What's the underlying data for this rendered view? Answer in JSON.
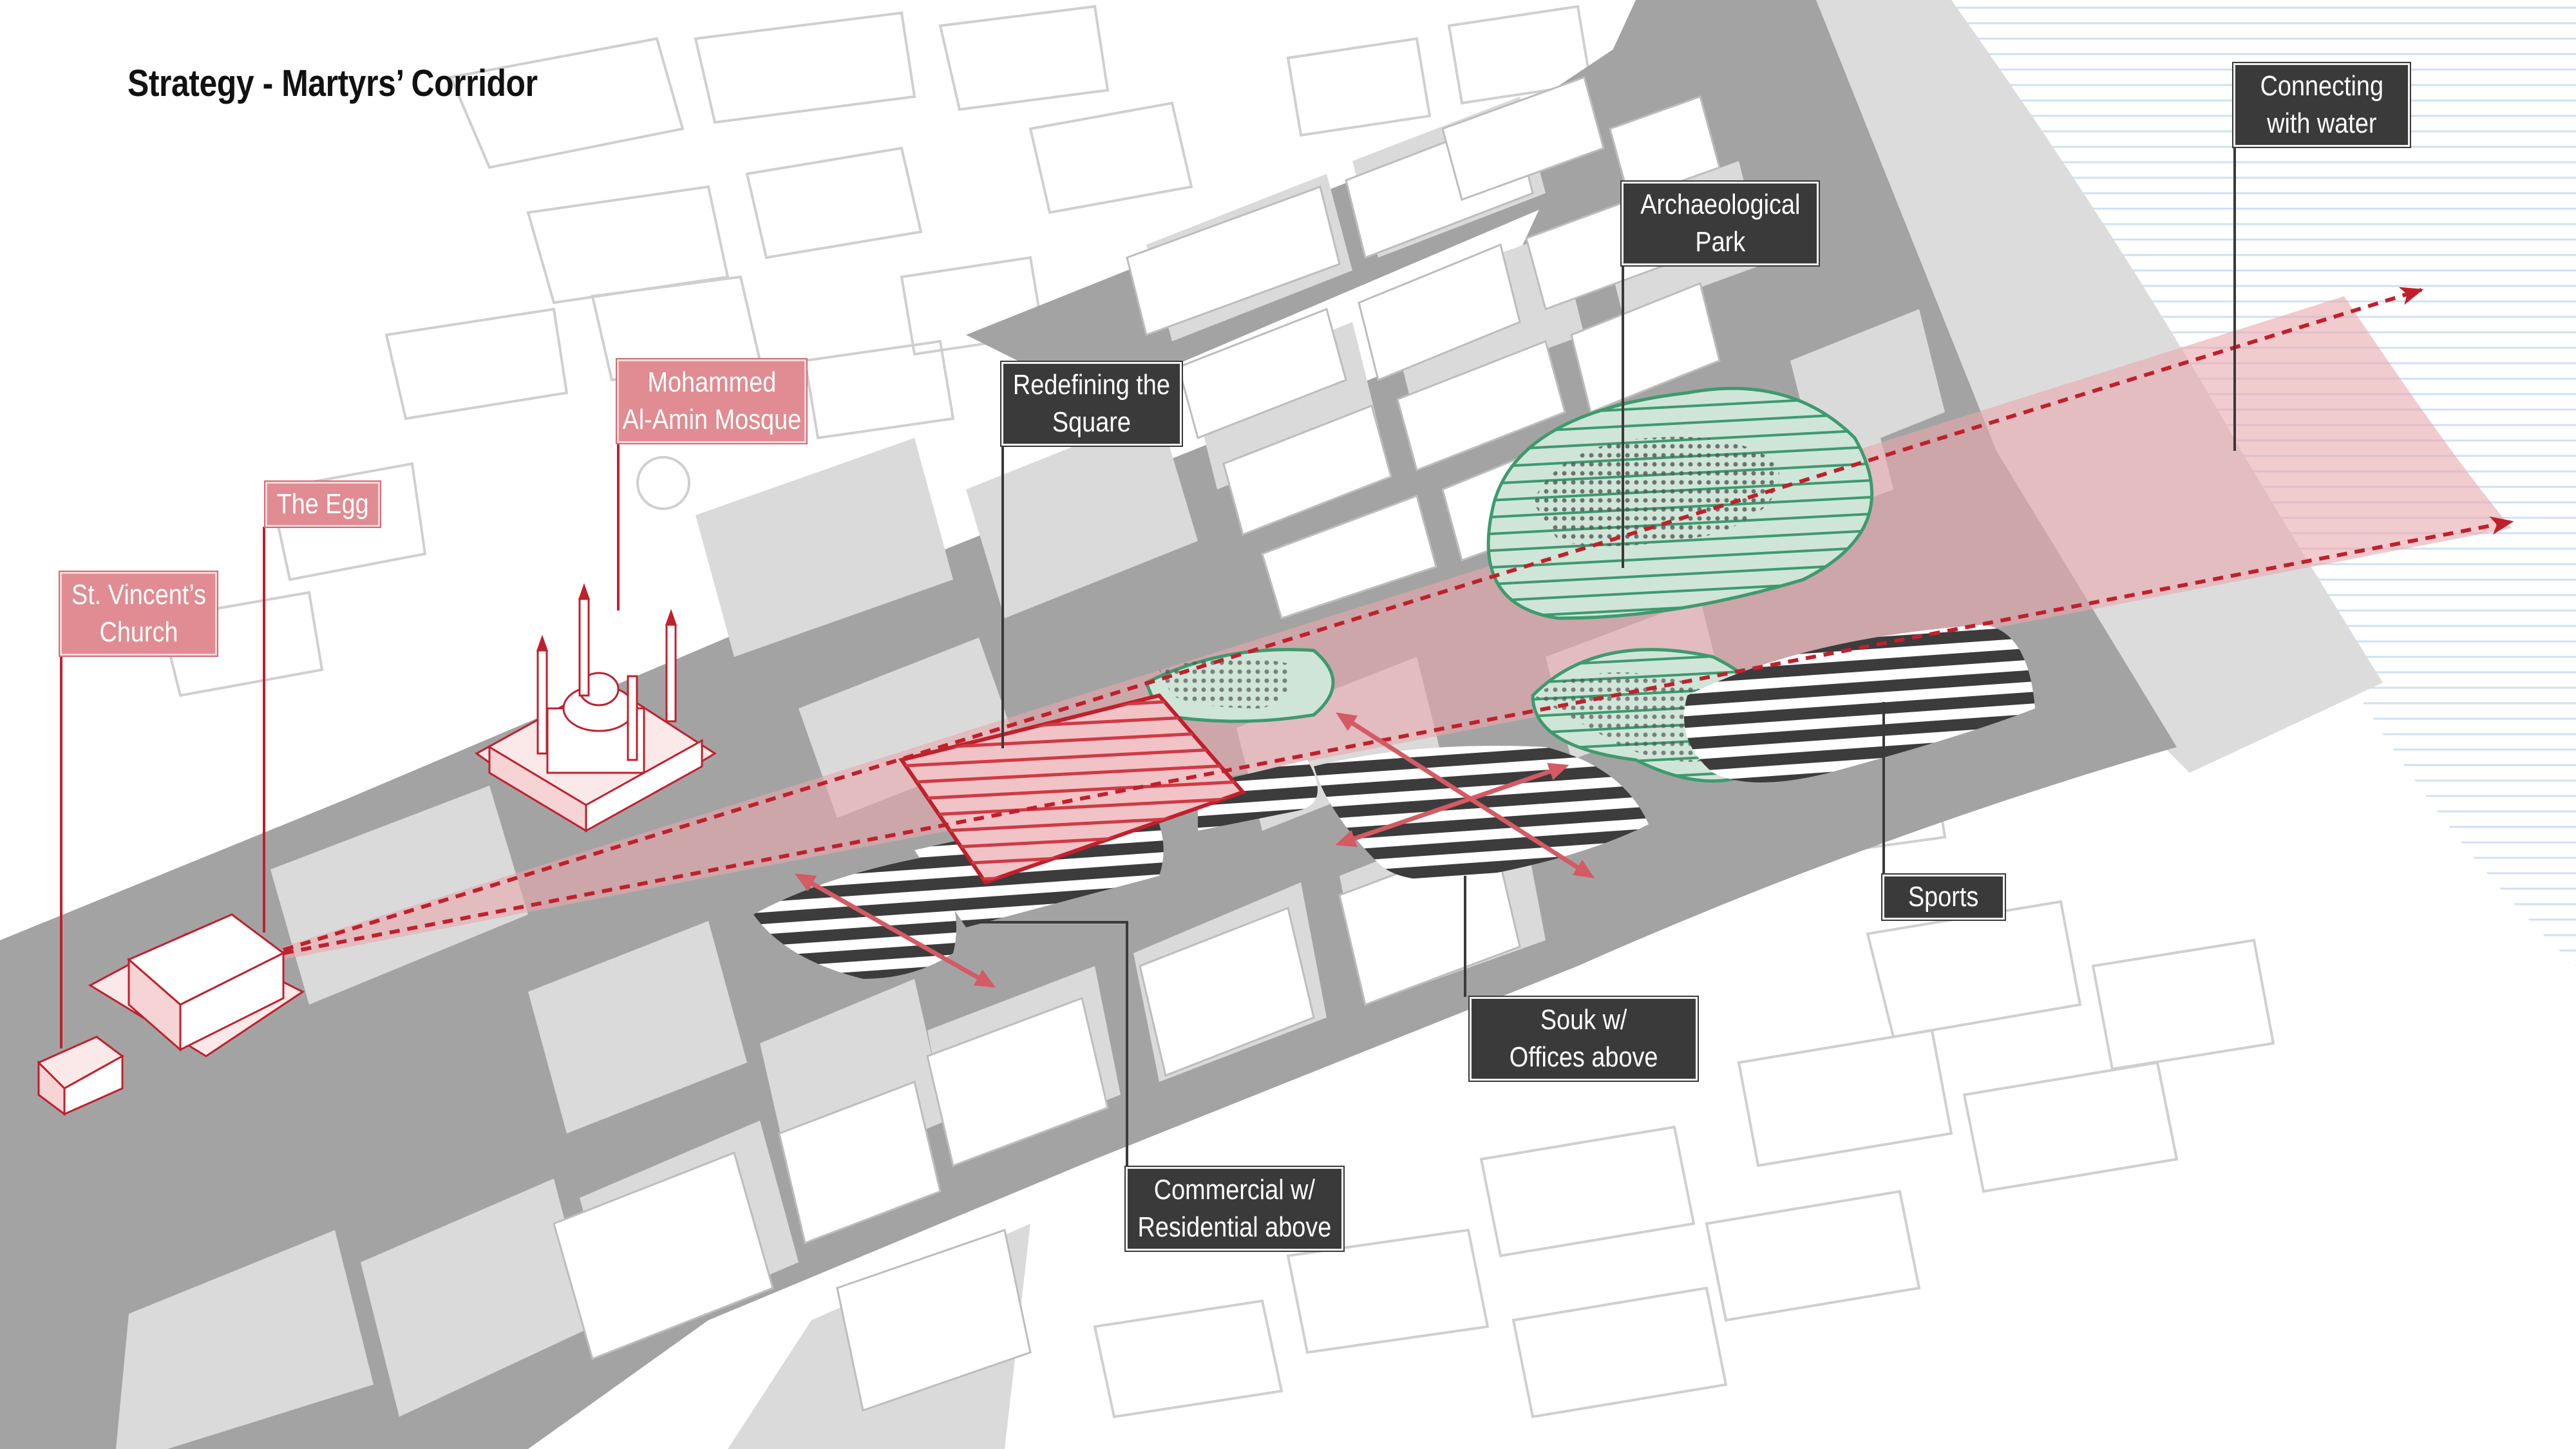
{
  "title": "Strategy - Martyrs’ Corridor",
  "colors": {
    "road": "#9e9e9e",
    "block": "#d9d9d9",
    "building_outline": "#c8c8c8",
    "accent_red": "#c0202c",
    "corridor_pink": "#e8a9ae",
    "park_green": "#3e9a6e",
    "label_dark": "#3a3a3a",
    "label_red": "#e08c92",
    "water_line": "#cfe0f5"
  },
  "labels": {
    "connecting_water": "Connecting\nwith water",
    "archaeological_park": "Archaeological\nPark",
    "redefining_square": "Redefining the\nSquare",
    "mosque": "Mohammed\nAl-Amin Mosque",
    "egg": "The Egg",
    "church": "St. Vincent’s\nChurch",
    "sports": "Sports",
    "souk": "Souk w/\nOffices above",
    "commercial": "Commercial w/\nResidential above"
  }
}
